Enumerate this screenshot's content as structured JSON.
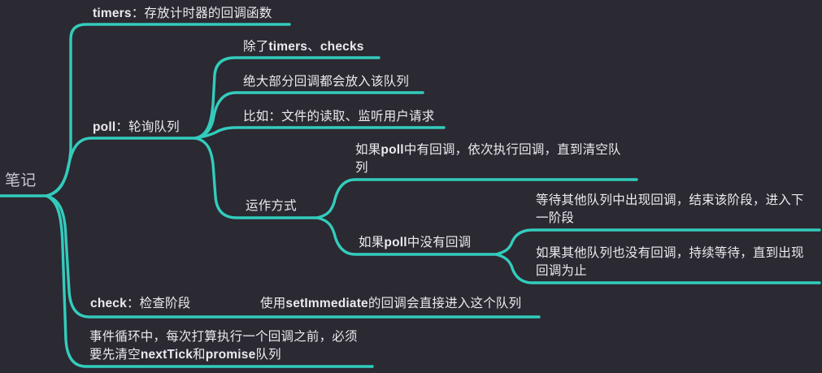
{
  "colors": {
    "background": "#2b2932",
    "branch": "#33ccbc",
    "text": "#eceaf0",
    "root_text": "#c9c8d0"
  },
  "mindmap": {
    "nodes": {
      "root": {
        "segments": [
          {
            "t": "笔记"
          }
        ]
      },
      "timers": {
        "segments": [
          {
            "t": "timers",
            "b": true
          },
          {
            "t": "：存放计时器的回调函数"
          }
        ]
      },
      "poll": {
        "segments": [
          {
            "t": "poll",
            "b": true
          },
          {
            "t": "：轮询队列"
          }
        ]
      },
      "poll_c1": {
        "segments": [
          {
            "t": "除了"
          },
          {
            "t": "timers",
            "b": true
          },
          {
            "t": "、"
          },
          {
            "t": "checks",
            "b": true
          }
        ]
      },
      "poll_c2": {
        "segments": [
          {
            "t": "绝大部分回调都会放入该队列"
          }
        ]
      },
      "poll_c3": {
        "segments": [
          {
            "t": "比如：文件的读取、监听用户请求"
          }
        ]
      },
      "method": {
        "segments": [
          {
            "t": "运作方式"
          }
        ]
      },
      "method_has": {
        "segments": [
          {
            "t": "如果"
          },
          {
            "t": "poll",
            "b": true
          },
          {
            "t": "中有回调，依次执行回调，直到清空队\n列"
          }
        ]
      },
      "method_none": {
        "segments": [
          {
            "t": "如果"
          },
          {
            "t": "poll",
            "b": true
          },
          {
            "t": "中没有回调"
          }
        ]
      },
      "none_wait": {
        "segments": [
          {
            "t": "等待其他队列中出现回调，结束该阶段，进入下\n一阶段"
          }
        ]
      },
      "none_keep": {
        "segments": [
          {
            "t": "如果其他队列也没有回调，持续等待，直到出现\n回调为止"
          }
        ]
      },
      "check": {
        "segments": [
          {
            "t": "check",
            "b": true
          },
          {
            "t": "：检查阶段"
          }
        ]
      },
      "check_child": {
        "segments": [
          {
            "t": "使用"
          },
          {
            "t": "setImmediate",
            "b": true
          },
          {
            "t": "的回调会直接进入这个队列"
          }
        ]
      },
      "event_note": {
        "segments": [
          {
            "t": "事件循环中，每次打算执行一个回调之前，必须\n要先清空"
          },
          {
            "t": "nextTick",
            "b": true
          },
          {
            "t": "和"
          },
          {
            "t": "promise",
            "b": true
          },
          {
            "t": "队列"
          }
        ]
      }
    },
    "structure": {
      "root": [
        "timers",
        "poll",
        "check",
        "event_note"
      ],
      "poll": [
        "poll_c1",
        "poll_c2",
        "poll_c3",
        "method"
      ],
      "method": [
        "method_has",
        "method_none"
      ],
      "method_none": [
        "none_wait",
        "none_keep"
      ],
      "check": [
        "check_child"
      ]
    }
  }
}
